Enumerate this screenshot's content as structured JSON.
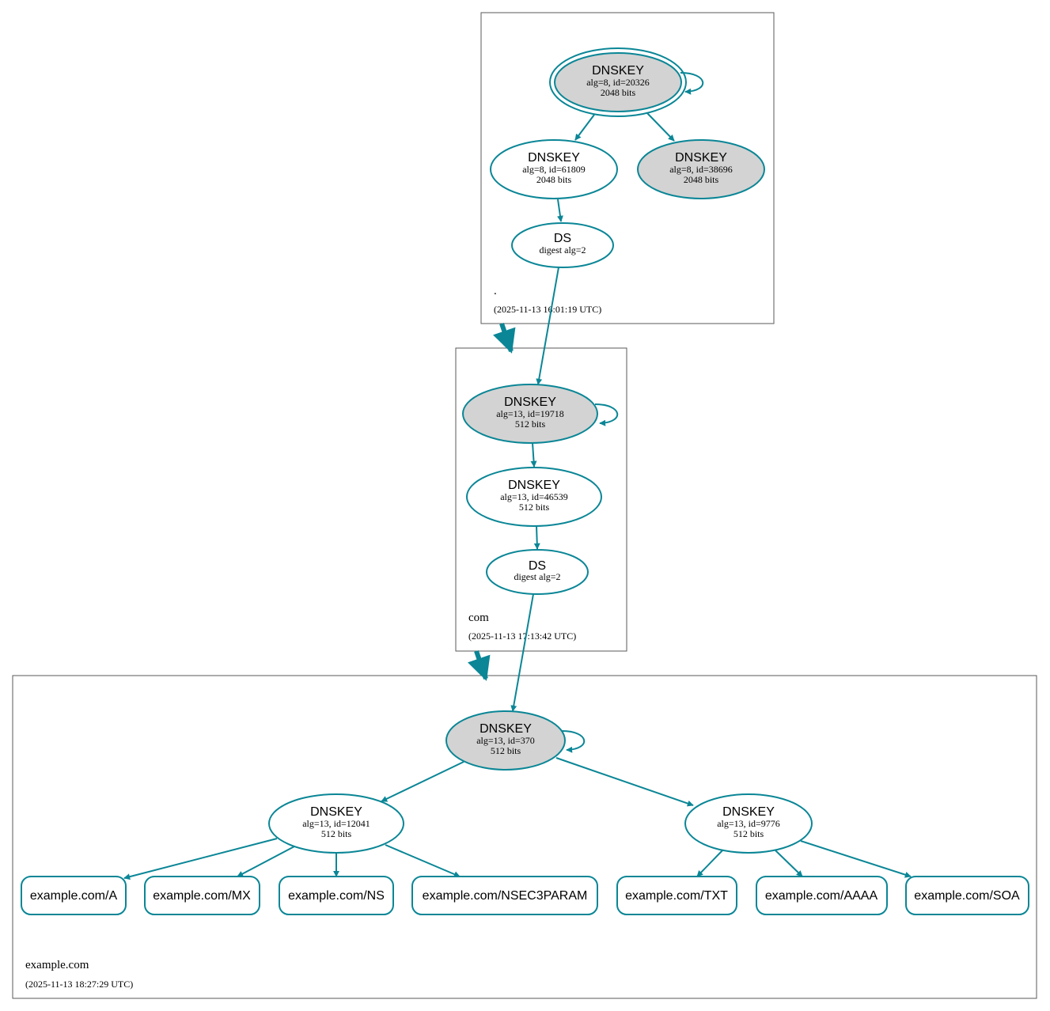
{
  "zones": {
    "root": {
      "name": ".",
      "timestamp": "(2025-11-13 16:01:19 UTC)"
    },
    "com": {
      "name": "com",
      "timestamp": "(2025-11-13 17:13:42 UTC)"
    },
    "example": {
      "name": "example.com",
      "timestamp": "(2025-11-13 18:27:29 UTC)"
    }
  },
  "nodes": {
    "root_ksk": {
      "title": "DNSKEY",
      "line1": "alg=8, id=20326",
      "line2": "2048 bits"
    },
    "root_zsk1": {
      "title": "DNSKEY",
      "line1": "alg=8, id=61809",
      "line2": "2048 bits"
    },
    "root_zsk2": {
      "title": "DNSKEY",
      "line1": "alg=8, id=38696",
      "line2": "2048 bits"
    },
    "root_ds": {
      "title": "DS",
      "line1": "digest alg=2"
    },
    "com_ksk": {
      "title": "DNSKEY",
      "line1": "alg=13, id=19718",
      "line2": "512 bits"
    },
    "com_zsk": {
      "title": "DNSKEY",
      "line1": "alg=13, id=46539",
      "line2": "512 bits"
    },
    "com_ds": {
      "title": "DS",
      "line1": "digest alg=2"
    },
    "ex_ksk": {
      "title": "DNSKEY",
      "line1": "alg=13, id=370",
      "line2": "512 bits"
    },
    "ex_zsk1": {
      "title": "DNSKEY",
      "line1": "alg=13, id=12041",
      "line2": "512 bits"
    },
    "ex_zsk2": {
      "title": "DNSKEY",
      "line1": "alg=13, id=9776",
      "line2": "512 bits"
    }
  },
  "rrsets": {
    "a": "example.com/A",
    "mx": "example.com/MX",
    "ns": "example.com/NS",
    "nsec3param": "example.com/NSEC3PARAM",
    "txt": "example.com/TXT",
    "aaaa": "example.com/AAAA",
    "soa": "example.com/SOA"
  },
  "colors": {
    "edge": "#0a8696",
    "key_fill_sep": "#d3d3d3",
    "key_fill": "#ffffff",
    "zone_border": "#5a5a5a"
  }
}
